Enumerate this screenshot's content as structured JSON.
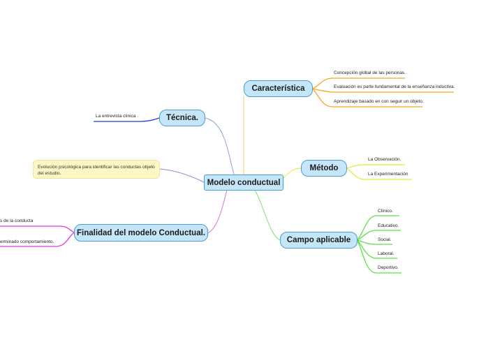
{
  "center": {
    "label": "Modelo conductual"
  },
  "branches": {
    "caracteristica": {
      "label": "Característica",
      "color": "#f5a623",
      "items": [
        "Concepción global de las personas.",
        "Evaluación es parte fundamental de la enseñanza inductiva.",
        "Aprendizaje basado en con seguir un objeto."
      ]
    },
    "tecnica": {
      "label": "Técnica.",
      "color": "#1f3fd6",
      "items": [
        "La entrevista clínica ."
      ]
    },
    "evolucion": {
      "text": "Evolución psicológica para identificar las conductas objeto del estudio."
    },
    "metodo": {
      "label": "Método",
      "color": "#d8ef3a",
      "items": [
        "La Observación.",
        "La Experimentación"
      ]
    },
    "finalidad": {
      "label": "Finalidad del modelo Conductual.",
      "color": "#e23ad6",
      "items": [
        "s de la conducta",
        "erminado comportamiento."
      ]
    },
    "campo": {
      "label": "Campo aplicable",
      "color": "#5fe04a",
      "items": [
        "Clínico.",
        "Educativo.",
        "Social.",
        "Laboral.",
        "Deportivo."
      ]
    }
  }
}
